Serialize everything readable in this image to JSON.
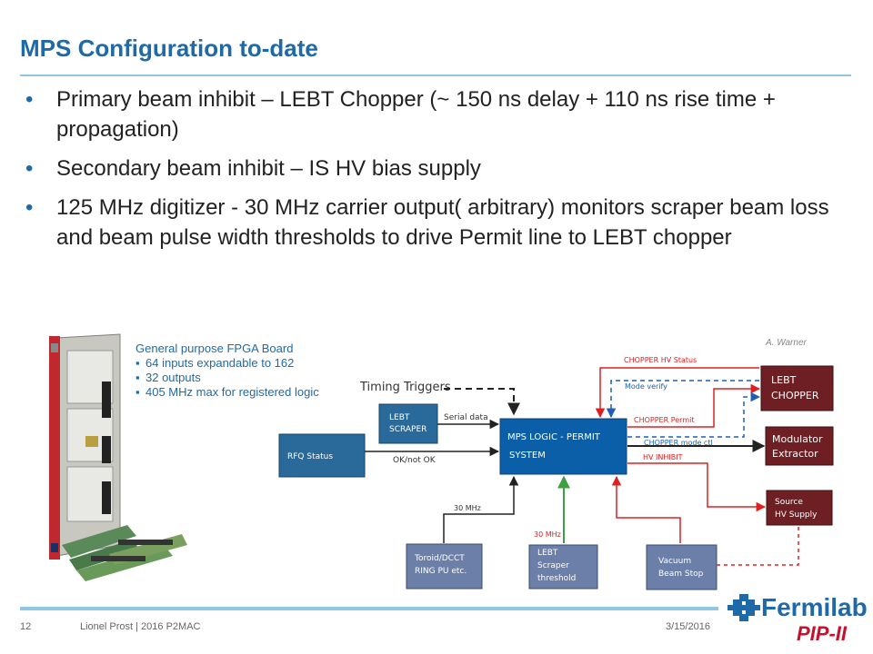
{
  "slide": {
    "title": "MPS Configuration to-date",
    "bullets": [
      "Primary beam inhibit – LEBT Chopper (~ 150 ns delay + 110 ns rise time + propagation)",
      "Secondary beam inhibit – IS HV bias supply",
      "125 MHz  digitizer - 30 MHz carrier output( arbitrary) monitors scraper beam loss and beam pulse width thresholds to drive Permit line to LEBT chopper"
    ]
  },
  "board_note": {
    "heading": "General  purpose FPGA Board",
    "items": [
      "64 inputs expandable to 162",
      "32 outputs",
      "405 MHz max for registered logic"
    ]
  },
  "diagram": {
    "author": "A. Warner",
    "timing_triggers": "Timing Triggers",
    "boxes": {
      "lebt_scraper": [
        "LEBT",
        "SCRAPER"
      ],
      "rfq_status": "RFQ Status",
      "mps_logic": [
        "MPS LOGIC - PERMIT",
        "SYSTEM"
      ],
      "lebt_chopper": [
        "LEBT",
        "CHOPPER"
      ],
      "modulator": [
        "Modulator",
        "Extractor"
      ],
      "source": [
        "Source",
        "HV Supply"
      ],
      "toroid": [
        "Toroid/DCCT",
        "RING PU etc."
      ],
      "lebt_threshold": [
        "LEBT",
        "Scraper",
        "threshold"
      ],
      "vacuum": [
        "Vacuum",
        "Beam Stop"
      ]
    },
    "labels": {
      "serial_data": "Serial data",
      "ok_not_ok": "OK/not OK",
      "chopper_hv_status": "CHOPPER HV Status",
      "mode_verify": "Mode verify",
      "chopper_permit": "CHOPPER Permit",
      "chopper_mode_ctl": "CHOPPER mode ctl",
      "hv_inhibit": "HV INHIBIT",
      "mhz_30_black": "30 MHz",
      "mhz_30_red": "30 MHz"
    },
    "colors": {
      "box_blue": "#0b5fa8",
      "box_steel": "#2a6a9a",
      "box_maroon": "#6e1f24",
      "box_gray_blue": "#6b7fa8",
      "signal_red": "#e02020",
      "signal_green": "#3aa040",
      "signal_blue": "#1f5fb0"
    }
  },
  "footer": {
    "page_number": "12",
    "author": "Lionel Prost | 2016 P2MAC",
    "date": "3/15/2016",
    "logo_text": "Fermilab",
    "logo_sub": "PIP-II"
  }
}
